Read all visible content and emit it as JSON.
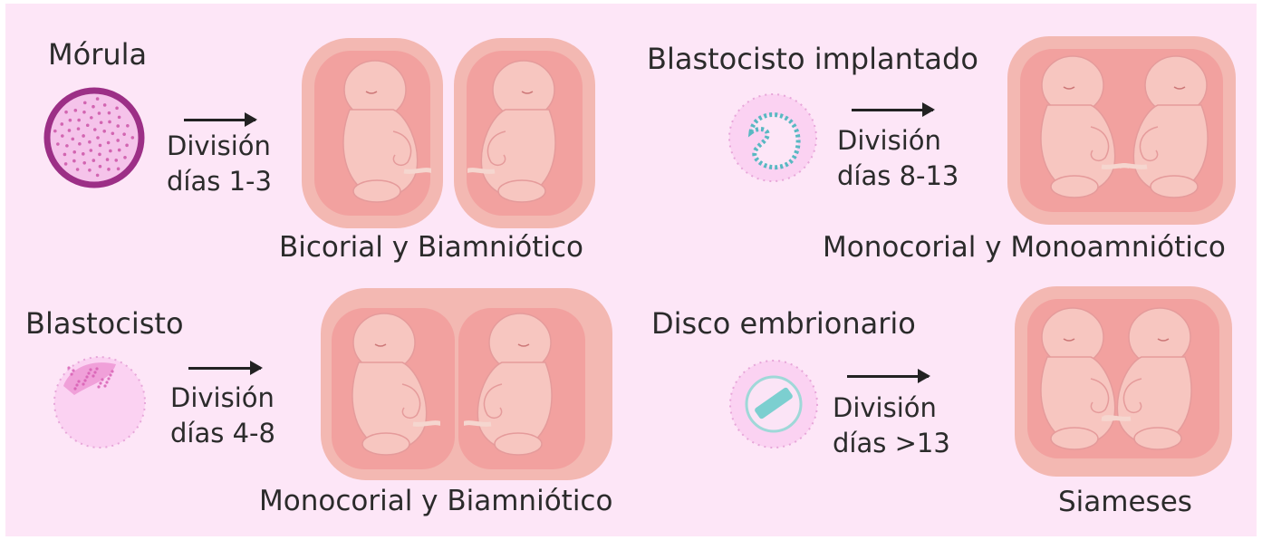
{
  "panels": [
    {
      "stage": "Mórula",
      "division": "División",
      "days": "días 1-3",
      "result": "Bicorial y Biamniótico"
    },
    {
      "stage": "Blastocisto implantado",
      "division": "División",
      "days": "días 8-13",
      "result": "Monocorial y Monoamniótico"
    },
    {
      "stage": "Blastocisto",
      "division": "División",
      "days": "días 4-8",
      "result": "Monocorial y Biamniótico"
    },
    {
      "stage": "Disco embrionario",
      "division": "División",
      "days": "días >13",
      "result": "Siameses"
    }
  ],
  "colors": {
    "background": "#fde6f7",
    "chorion": "#f3b8b2",
    "amnion": "#f08e90",
    "fetus": "#f7c6c0",
    "morula_ring": "#9c2f86",
    "morula_fill": "#f5c3ea",
    "blasto_fill": "#fbd2f2",
    "embryo_teal": "#7ccfd0"
  }
}
